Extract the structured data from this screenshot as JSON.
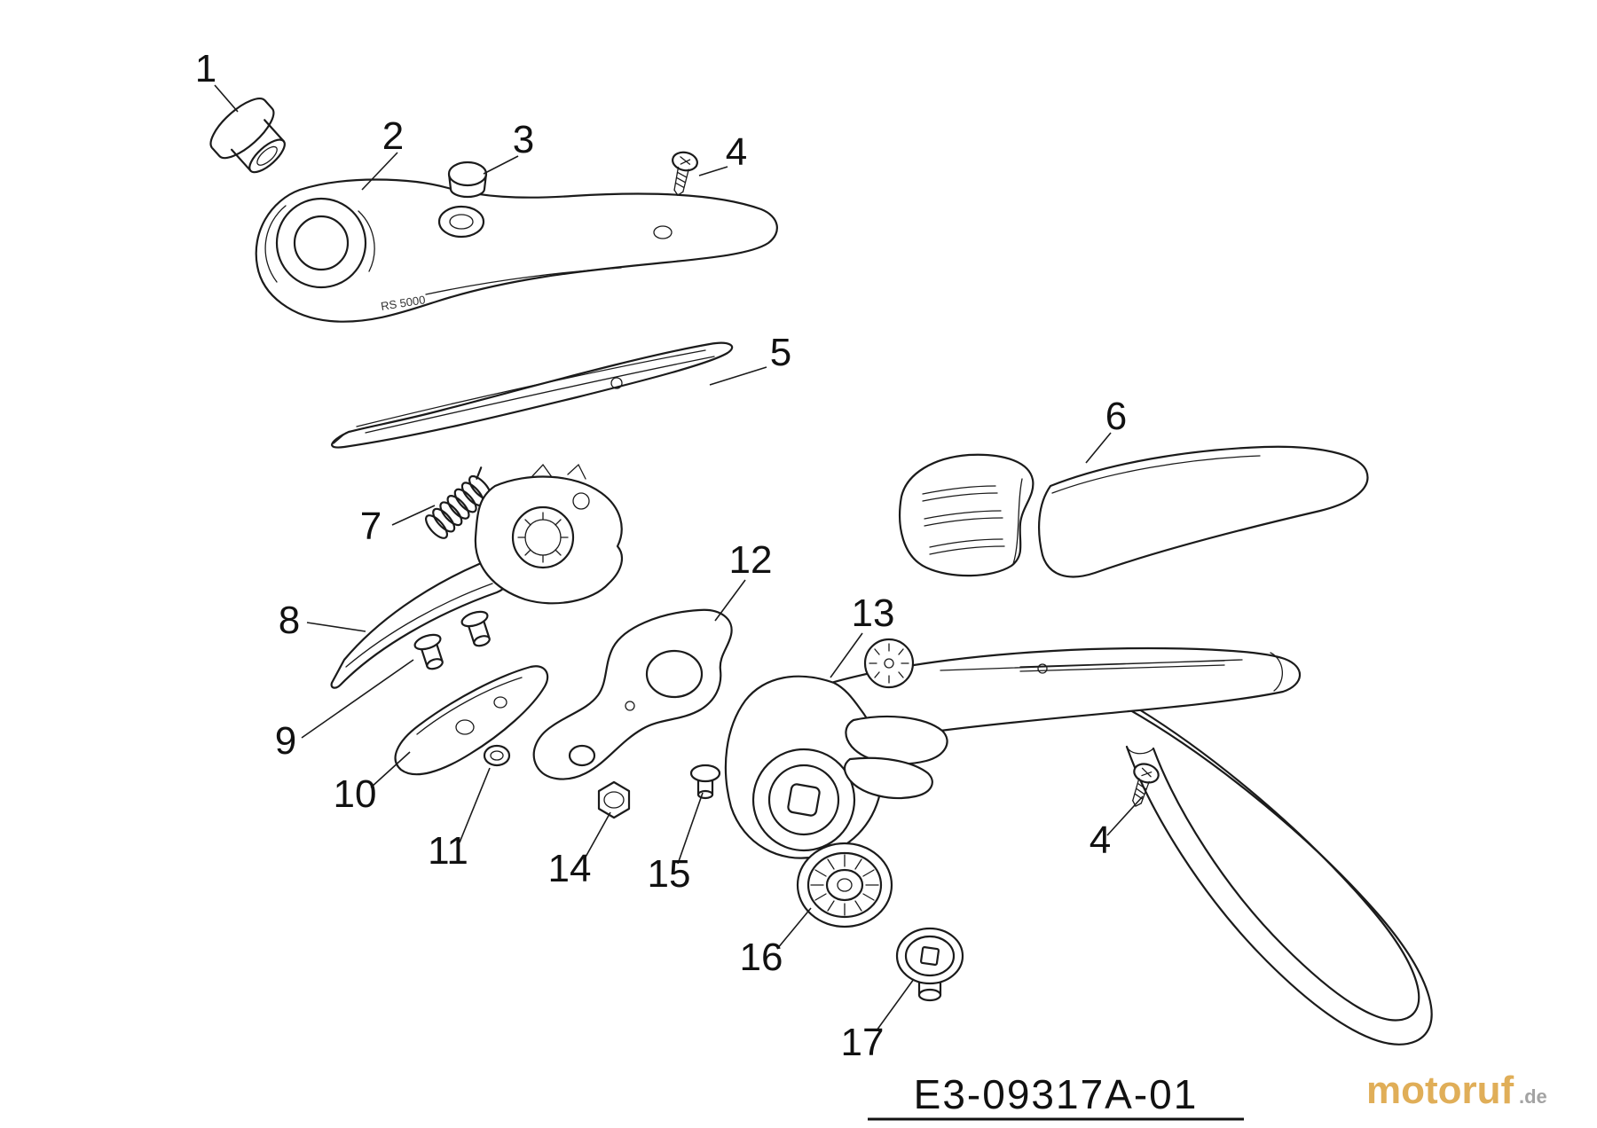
{
  "figure": {
    "doc_number": "E3-09317A-01",
    "handle_marking": "RS 5000",
    "watermark": {
      "brand": "motoruf",
      "tld": ".de"
    },
    "callouts": [
      {
        "n": "1"
      },
      {
        "n": "2"
      },
      {
        "n": "3"
      },
      {
        "n": "4"
      },
      {
        "n": "5"
      },
      {
        "n": "6"
      },
      {
        "n": "7"
      },
      {
        "n": "8"
      },
      {
        "n": "9"
      },
      {
        "n": "10"
      },
      {
        "n": "11"
      },
      {
        "n": "12"
      },
      {
        "n": "13"
      },
      {
        "n": "14"
      },
      {
        "n": "15"
      },
      {
        "n": "16"
      },
      {
        "n": "17"
      },
      {
        "n": "4"
      }
    ]
  }
}
